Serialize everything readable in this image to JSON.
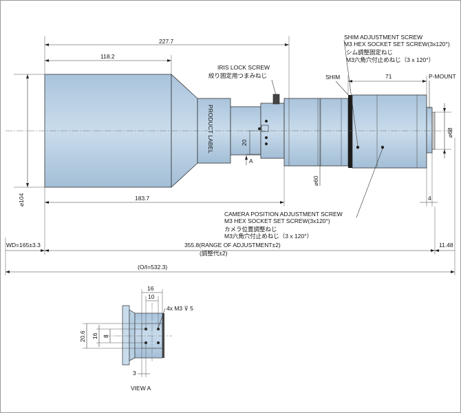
{
  "main_view": {
    "dims": {
      "overall_227": "227.7",
      "front_118": "118.2",
      "mid_183": "183.7",
      "shim_71": "71",
      "dia_104": "104",
      "dia_60": "60",
      "dia_68": "68",
      "h_20": "20",
      "p4": "4",
      "wd": "WD=165",
      "wd_tol": "±3.3",
      "range_main": "355.8(RANGE OF ADJUSTMENT",
      "range_tol": "±2)",
      "range_jp": "(調整代",
      "range_jp_tol": "±2)",
      "right_1148": "11.48",
      "oi": "(O/I=532.3)"
    },
    "labels": {
      "iris_lock_en": "IRIS LOCK SCREW",
      "iris_lock_jp": "絞り固定用つまみねじ",
      "shim_adj_en1": "SHIM ADJUSTMENT SCREW",
      "shim_adj_en2": "M3 HEX SOCKET SET SCREW(3x120°)",
      "shim_adj_jp1": "シム調整固定ねじ",
      "shim_adj_jp2": "M3六角穴付止めねじ（3 x 120°）",
      "shim": "SHIM",
      "p_mount": "P-MOUNT",
      "product_label": "PRODUCT LABEL",
      "arrow_a": "A",
      "cam_pos_en1": "CAMERA POSITION ADJUSTMENT SCREW",
      "cam_pos_en2": "M3 HEX SOCKET SET SCREW(3x120°)",
      "cam_pos_jp1": "カメラ位置調整ねじ",
      "cam_pos_jp2": "M3六角穴付止めねじ（3 x 120°）"
    }
  },
  "view_a": {
    "title": "VIEW A",
    "dims": {
      "w16": "16",
      "w10": "10",
      "h206": "20.6",
      "h16": "16",
      "h8": "8",
      "b3": "3",
      "screws": "4x M3",
      "depth": "5"
    }
  }
}
